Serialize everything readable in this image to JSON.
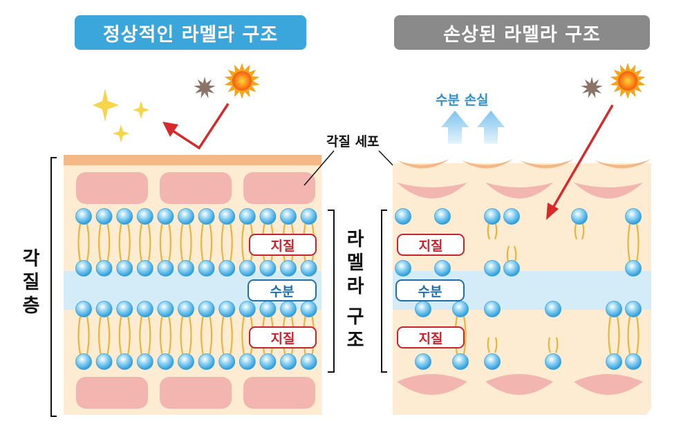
{
  "titles": {
    "normal": "정상적인 라멜라 구조",
    "damaged": "손상된 라멜라 구조"
  },
  "labels": {
    "corneocyte": "각질 세포",
    "moisture_loss": "수분 손실",
    "stratum_corneum": "각질층",
    "lamellar_structure": "라멜라 구조",
    "lipid": "지질",
    "water": "수분"
  },
  "colors": {
    "normal_title_bg": "#3aa6dc",
    "damaged_title_bg": "#8a8a8a",
    "lipid_border": "#c8232c",
    "water_border": "#1f6fae",
    "skin_bg": "#fdecd2",
    "cell_fill": "#f2b5b0",
    "water_band": "#d3ecf7",
    "uv_arrow": "#d62a2a",
    "loss_arrow": "#8ecbf0"
  }
}
